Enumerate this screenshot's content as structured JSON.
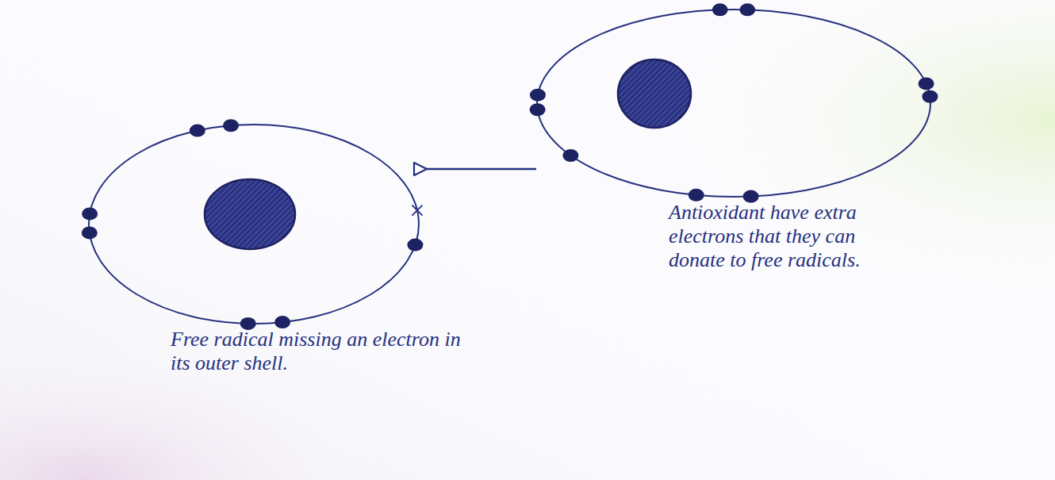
{
  "diagram": {
    "nodes": [
      {
        "text": [
          "Free radical missing an electron in its outer shell."
        ]
      },
      {
        "text": [
          "Antioxidant have extra electrons that they can donate to free radicals."
        ]
      }
    ],
    "edges": [
      {
        "from": 1,
        "to": 0,
        "arrow": "to"
      }
    ]
  }
}
